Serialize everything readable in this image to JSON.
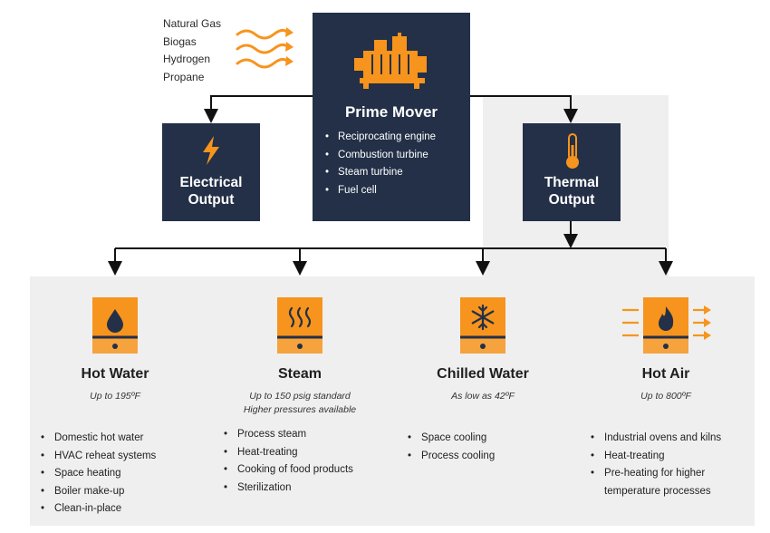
{
  "fuels": [
    "Natural Gas",
    "Biogas",
    "Hydrogen",
    "Propane"
  ],
  "prime_mover": {
    "title": "Prime Mover",
    "items": [
      "Reciprocating engine",
      "Combustion turbine",
      "Steam turbine",
      "Fuel cell"
    ],
    "icon": "engine-icon"
  },
  "electrical_output": {
    "line1": "Electrical",
    "line2": "Output",
    "icon": "lightning-icon"
  },
  "thermal_output": {
    "line1": "Thermal",
    "line2": "Output",
    "icon": "thermometer-icon"
  },
  "outputs": [
    {
      "title": "Hot Water",
      "subtitle": [
        "Up to 195ºF"
      ],
      "icon": "water-drop-icon",
      "items": [
        "Domestic hot water",
        "HVAC reheat systems",
        "Space heating",
        "Boiler make-up",
        "Clean-in-place"
      ]
    },
    {
      "title": "Steam",
      "subtitle": [
        "Up to 150 psig standard",
        "Higher pressures available"
      ],
      "icon": "steam-icon",
      "items": [
        "Process steam",
        "Heat-treating",
        "Cooking of food products",
        "Sterilization"
      ]
    },
    {
      "title": "Chilled Water",
      "subtitle": [
        "As low as 42ºF"
      ],
      "icon": "snowflake-icon",
      "items": [
        "Space cooling",
        "Process cooling"
      ]
    },
    {
      "title": "Hot Air",
      "subtitle": [
        "Up to 800ºF"
      ],
      "icon": "flame-icon",
      "items": [
        "Industrial ovens and kilns",
        "Heat-treating",
        "Pre-heating for higher",
        "temperature processes"
      ]
    }
  ],
  "colors": {
    "navy": "#233047",
    "orange": "#f7941d",
    "grey": "#efefef"
  }
}
